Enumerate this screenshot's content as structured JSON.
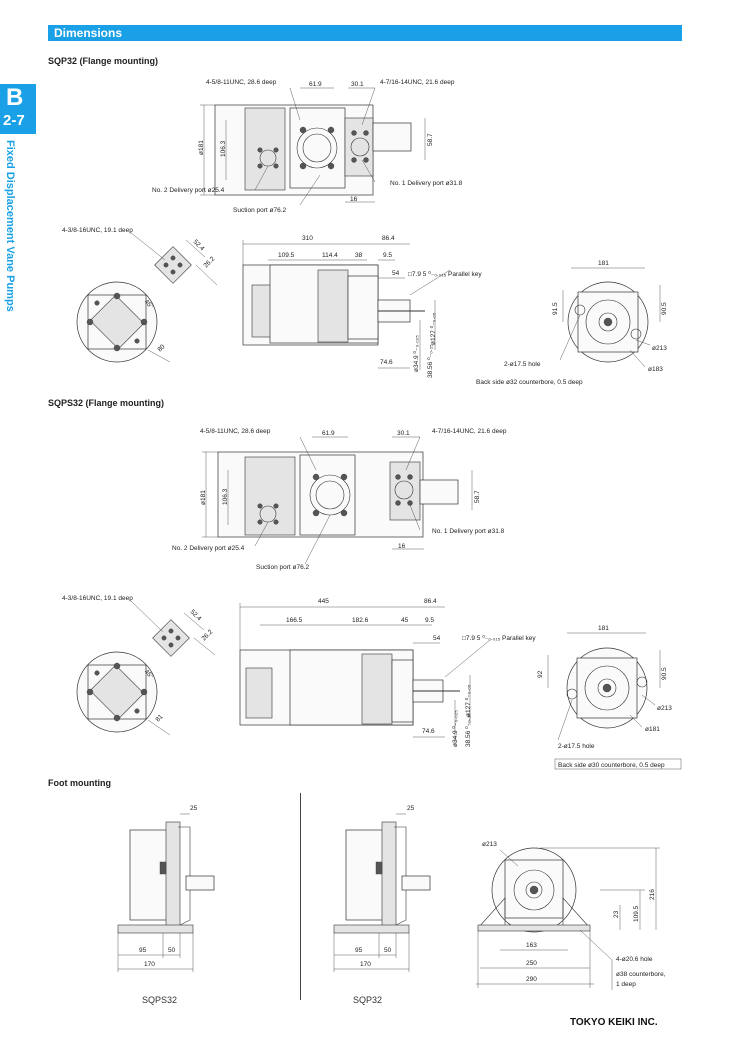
{
  "header": {
    "title": "Dimensions"
  },
  "side": {
    "letter": "B",
    "page": "2-7",
    "category": "Fixed Displacement Vane Pumps"
  },
  "sections": {
    "sqp32": "SQP32 (Flange mounting)",
    "sqps32": "SQPS32 (Flange mounting)",
    "foot": "Foot mounting"
  },
  "sqp32_top": {
    "tap_left": "4-5/8-11UNC, 28.6 deep",
    "d61": "61.9",
    "d30": "30.1",
    "tap_right": "4-7/16-14UNC, 21.6 deep",
    "phi181": "ø181",
    "d106": "106.3",
    "d58": "58.7",
    "delivery2": "No. 2 Delivery port ø25.4",
    "delivery1": "No. 1 Delivery port ø31.8",
    "suction": "Suction port ø76.2",
    "d16": "16"
  },
  "sqp32_mid": {
    "tap": "4-3/8-16UNC, 19.1 deep",
    "d52": "52.4",
    "d26": "26.2",
    "ang": "45°",
    "d80": "80",
    "d310": "310",
    "d86": "86.4",
    "d109": "109.5",
    "d114": "114.4",
    "d38": "38",
    "d9": "9.5",
    "d54": "54",
    "key": "□7.9 5 ⁰₋₀.₀₁₅ Parallel key",
    "d127": "ø127 ⁰₋₀.₀₅",
    "d74": "74.6",
    "d34": "ø34.9 ⁰₋₀.₀₂₅",
    "d38b": "38.56 ⁰₋₀.₂₅",
    "d181": "181",
    "d91": "91.5",
    "d90": "90.5",
    "phi213": "ø213",
    "hole": "2-ø17.5 hole",
    "phi183": "ø183",
    "counterbore": "Back side ø32 counterbore, 0.5 deep"
  },
  "sqps32_top": {
    "tap_left": "4-5/8-11UNC, 28.6 deep",
    "d61": "61.9",
    "d30": "30.1",
    "tap_right": "4-7/16-14UNC, 21.6 deep",
    "phi181": "ø181",
    "d106": "106.3",
    "d58": "58.7",
    "delivery1": "No. 1 Delivery port ø31.8",
    "delivery2": "No. 2 Delivery port ø25.4",
    "d16": "16",
    "suction": "Suction port ø76.2"
  },
  "sqps32_mid": {
    "tap": "4-3/8-16UNC, 19.1 deep",
    "d52": "52.4",
    "d26": "26.2",
    "ang": "45°",
    "d81": "81",
    "d445": "445",
    "d86": "86.4",
    "d166": "166.5",
    "d182": "182.6",
    "d45": "45",
    "d9": "9.5",
    "d54": "54",
    "key": "□7.9 5 ⁰₋₀.₀₁₅ Parallel key",
    "d127": "ø127 ⁰₋₀.₀₅",
    "d74": "74.6",
    "d34": "ø34.9 ⁰₋₀.₀₂₅",
    "d38b": "38.56 ⁰₋₀.₂₅",
    "d181": "181",
    "d92": "92",
    "d90": "90.5",
    "phi213": "ø213",
    "phi181b": "ø181",
    "hole": "2-ø17.5 hole",
    "counterbore": "Back side ø30 counterbore, 0.5 deep"
  },
  "foot": {
    "left": {
      "d25": "25",
      "d95": "95",
      "d50": "50",
      "d170": "170",
      "caption": "SQPS32"
    },
    "mid": {
      "d25": "25",
      "d95": "95",
      "d50": "50",
      "d170": "170",
      "caption": "SQP32"
    },
    "right": {
      "phi213": "ø213",
      "d216": "216",
      "d109": "109.5",
      "d23": "23",
      "d163": "163",
      "d250": "250",
      "d290": "290",
      "hole": "4-ø20.6 hole",
      "counterbore": "ø38 counterbore,",
      "deep": "1 deep"
    }
  },
  "footer": {
    "company": "TOKYO KEIKI INC."
  }
}
